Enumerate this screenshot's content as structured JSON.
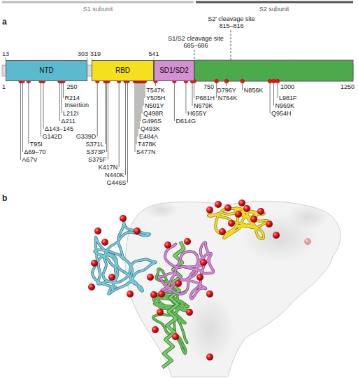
{
  "diagram": {
    "nodes": [
      {
        "text": [
          "NTD"
        ]
      },
      {
        "text": [
          "RBD"
        ]
      },
      {
        "text": [
          "SD1/SD2"
        ]
      }
    ],
    "labels": [
      "a",
      "S1 subunit",
      "S2 subunit",
      "S2′ cleavage site",
      "815–816",
      "S1/S2 cleavage site",
      "685–686",
      "13",
      "303",
      "319",
      "541",
      "1",
      "250",
      "750",
      "1000",
      "1250",
      "A67V",
      "Δ69–70",
      "T95I",
      "G142D",
      "Δ143–145",
      "Δ211",
      "L212I",
      "R214 Insertion",
      "G339D",
      "S371L",
      "S373P",
      "S375F",
      "K417N",
      "N440K",
      "G446S",
      "S477N",
      "T478K",
      "E484A",
      "Q493K",
      "G496S",
      "Q498R",
      "N501Y",
      "Y505H",
      "T547K",
      "D614G",
      "H655Y",
      "N679K",
      "P681H",
      "N764K",
      "D796Y",
      "N856K",
      "Q954H",
      "N969K",
      "L981F",
      "b"
    ]
  }
}
